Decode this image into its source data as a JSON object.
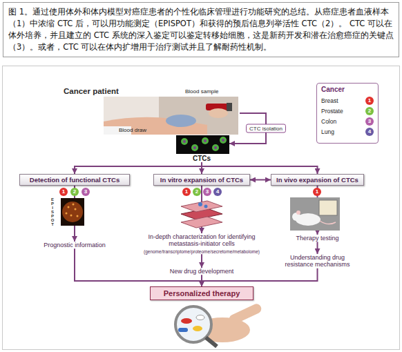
{
  "diagram": {
    "caption": "图 1。通过使用体外和体内模型对癌症患者的个性化临床管理进行功能研究的总结。从癌症患者血液样本（1）中浓缩 CTC 后，可以用功能测定（EPISPOT）和获得的预后信息列举活性 CTC（2）。 CTC 可以在体外培养，并且建立的 CTC 系统的深入鉴定可以鉴定转移始细胞，这是新药开发和潜在治愈癌症的关键点（3）。或者，CTC 可以在体内扩增用于治疗测试并且了解耐药性机制。",
    "nodes": [
      {
        "text": [
          "Cancer patient",
          "Blood sample",
          "Blood draw"
        ]
      },
      {
        "text": [
          "CTCs"
        ]
      },
      {
        "text": [
          "Detection of functional CTCs"
        ]
      },
      {
        "text": [
          "In vitro expansion of CTCs"
        ]
      },
      {
        "text": [
          "In vivo expansion of CTCs"
        ]
      },
      {
        "text": [
          "Prognostic information"
        ]
      },
      {
        "text": [
          "In-depth characterization for identifying metastasis-initiator cells",
          "(genome/transcriptome/proteome/secretome/metabolome)"
        ]
      },
      {
        "text": [
          "New drug development"
        ]
      },
      {
        "text": [
          "Therapy testing"
        ]
      },
      {
        "text": [
          "Understanding drug resistance mechanisms"
        ]
      },
      {
        "text": [
          "Personalized therapy"
        ]
      }
    ],
    "edges": [
      {
        "from": 0,
        "to": 1,
        "label": "CTC isolation",
        "arrow": "to"
      },
      {
        "from": 1,
        "to": 2,
        "arrow": "to"
      },
      {
        "from": 1,
        "to": 3,
        "arrow": "to"
      },
      {
        "from": 1,
        "to": 4,
        "arrow": "to"
      },
      {
        "from": 3,
        "to": 4,
        "arrow": "both"
      },
      {
        "from": 2,
        "to": 5,
        "arrow": "to"
      },
      {
        "from": 3,
        "to": 6,
        "arrow": "to"
      },
      {
        "from": 6,
        "to": 7,
        "arrow": "to"
      },
      {
        "from": 4,
        "to": 8,
        "arrow": "to"
      },
      {
        "from": 8,
        "to": 9,
        "arrow": "to"
      },
      {
        "from": 5,
        "to": 10,
        "arrow": "to"
      },
      {
        "from": 7,
        "to": 10,
        "arrow": "to"
      },
      {
        "from": 9,
        "to": 10,
        "arrow": "to"
      }
    ],
    "labels": [
      "Cancer",
      "1",
      "2",
      "3",
      "4",
      "1",
      "2",
      "3",
      "1",
      "2",
      "3",
      "4",
      "1",
      "EPISPOT"
    ],
    "legend": [
      {
        "text": "Breast",
        "color": "#e2312d"
      },
      {
        "text": "Prostate",
        "color": "#7cc142"
      },
      {
        "text": "Colon",
        "color": "#b35fa8"
      },
      {
        "text": "Lung",
        "color": "#6a5aa5"
      }
    ]
  }
}
